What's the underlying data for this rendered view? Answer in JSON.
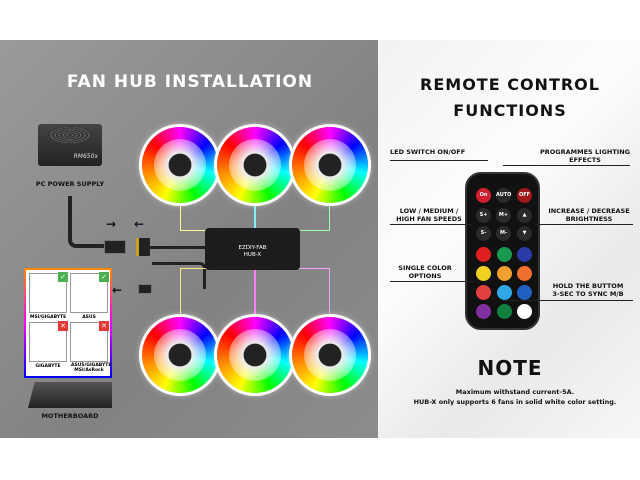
{
  "left": {
    "title": "FAN HUB INSTALLATION",
    "psu_label": "PC POWER SUPPLY",
    "psu_model": "RM650x",
    "motherboard_label": "MOTHERBOARD",
    "headers": [
      {
        "label": "MSI/GIGABYTE",
        "ok": true
      },
      {
        "label": "ASUS",
        "ok": true
      },
      {
        "label": "GIGABYTE",
        "ok": false
      },
      {
        "label": "ASUS/GIGABYTE MSI/AsRock",
        "ok": false
      }
    ],
    "hub": {
      "brand": "EZDIY-FAB",
      "model": "HUB-X"
    }
  },
  "right": {
    "title": "REMOTE CONTROL FUNCTIONS",
    "callouts": {
      "led_switch": "LED SWITCH ON/OFF",
      "programmes": "PROGRAMMES  LIGHTING EFFECTS",
      "fan_speeds": "LOW / MEDIUM / HIGH FAN SPEEDS",
      "brightness": "INCREASE / DECREASE BRIGHTNESS",
      "single_color": "SINGLE COLOR OPTIONS",
      "sync": "HOLD THE BUTTOM 3-SEC TO SYNC M/B"
    },
    "buttons": {
      "on": "On",
      "auto": "AUTO",
      "off": "OFF",
      "s_plus": "S+",
      "m_plus": "M+",
      "s_minus": "S-",
      "m_minus": "M-"
    },
    "colors": [
      "#e02020",
      "#1a9a50",
      "#2a3aa8",
      "#f0d020",
      "#f0a030",
      "#f07030",
      "#e04040",
      "#30a8e8",
      "#2060c0",
      "#8030a0",
      "#108040",
      "#ffffff"
    ],
    "note_title": "NOTE",
    "note_lines": [
      "Maximum withstand current-5A.",
      "HUB-X only supports 6 fans in solid white color setting."
    ]
  }
}
